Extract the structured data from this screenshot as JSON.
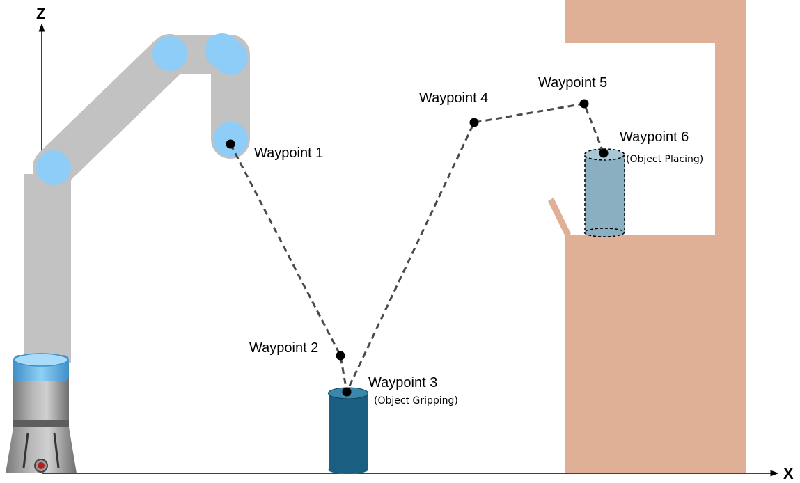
{
  "axes": {
    "x_label": "X",
    "z_label": "Z"
  },
  "waypoints": [
    {
      "label": "Waypoint 1",
      "note": ""
    },
    {
      "label": "Waypoint 2",
      "note": ""
    },
    {
      "label": "Waypoint 3",
      "note": "(Object Gripping)"
    },
    {
      "label": "Waypoint 4",
      "note": ""
    },
    {
      "label": "Waypoint 5",
      "note": ""
    },
    {
      "label": "Waypoint 6",
      "note": "(Object Placing)"
    }
  ],
  "colors": {
    "robot_arm": "#c2c2c2",
    "robot_joint": "#8ecdf8",
    "object_at_grip": "#1a5f82",
    "object_at_place": "#8aafc0",
    "shelf": "#dfaf96",
    "path": "#4a4a4a",
    "waypoint_dot": "#000000"
  }
}
